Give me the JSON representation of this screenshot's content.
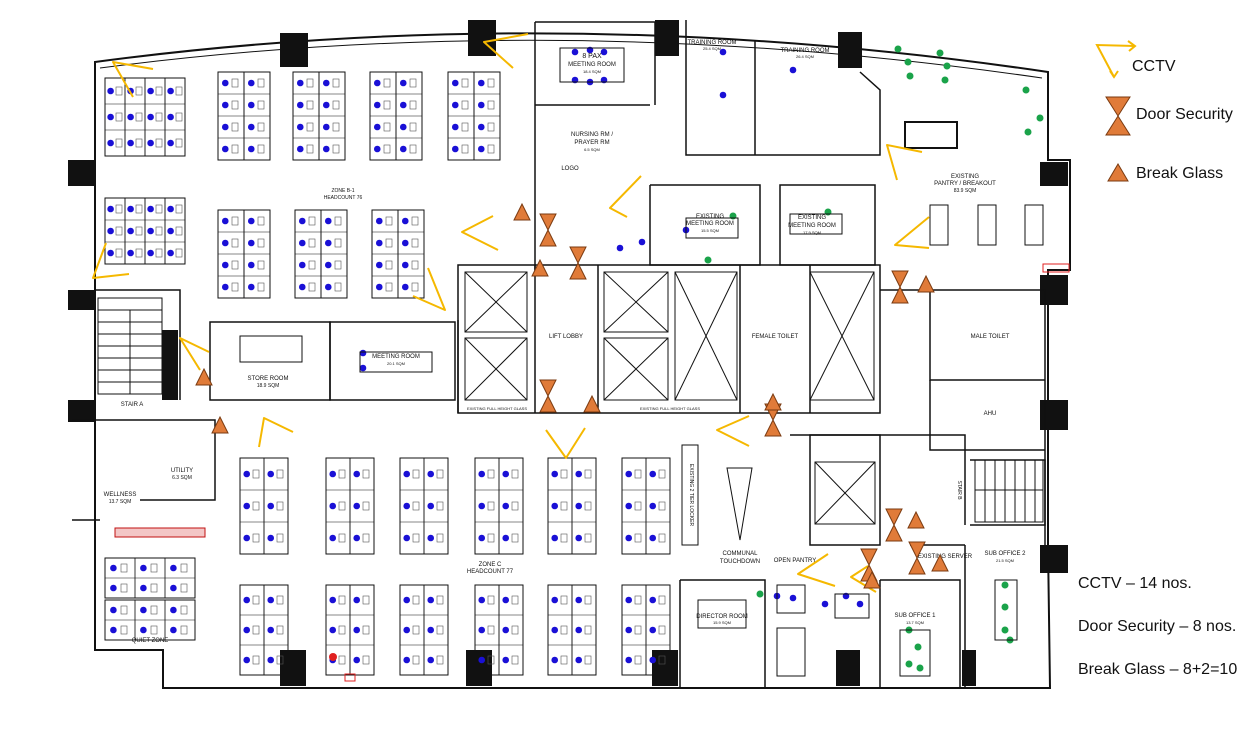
{
  "colors": {
    "cctv": "#f5b800",
    "security": "#e07b39",
    "security_stroke": "#7a3a10",
    "occupied": "#1a10d6",
    "green": "#1aa34a",
    "red": "#e02020"
  },
  "legend": {
    "cctv": "CCTV",
    "door_security": "Door Security",
    "break_glass": "Break Glass"
  },
  "counts": {
    "cctv": "CCTV – 14 nos.",
    "door_security": "Door Security – 8 nos.",
    "break_glass": "Break Glass – 8+2=10"
  },
  "rooms": {
    "meeting_8pax": "8 PAX",
    "meeting_8pax_2": "MEETING ROOM",
    "meeting_8pax_area": "18.4 SQM",
    "training_room_1": "TRAINING ROOM",
    "training_room_1_area": "25.4 SQM",
    "training_room_2": "TRAINING ROOM",
    "training_room_2_area": "26.4 SQM",
    "nursing": "NURSING RM /",
    "nursing_2": "PRAYER RM",
    "nursing_area": "6.5 SQM",
    "logo": "LOGO",
    "pantry": "EXISTING",
    "pantry_2": "PANTRY / BREAKOUT",
    "pantry_area": "83.9 SQM",
    "zone_b1": "ZONE B-1",
    "zone_b1_hc": "HEADCOUNT 76",
    "existing_meeting_1": "EXISTING",
    "existing_meeting_1b": "MEETING ROOM",
    "existing_meeting_1_area": "15.5 SQM",
    "existing_meeting_2": "EXISTING",
    "existing_meeting_2b": "MEETING ROOM",
    "existing_meeting_2_area": "17.9 SQM",
    "lift_lobby": "LIFT LOBBY",
    "female_toilet": "FEMALE TOILET",
    "male_toilet": "MALE TOILET",
    "ahu": "AHU",
    "store_room": "STORE ROOM",
    "store_room_area": "18.9 SQM",
    "meeting_room": "MEETING ROOM",
    "meeting_room_area": "20.1 SQM",
    "stair_a": "STAIR A",
    "stair_b": "STAIR B",
    "utility": "UTILITY",
    "utility_area": "6.3 SQM",
    "wellness": "WELLNESS",
    "wellness_area": "13.7 SQM",
    "zone_c": "ZONE C",
    "zone_c_hc": "HEADCOUNT 77",
    "locker": "EXISTING 2 TIER LOCKER",
    "communal": "COMMUNAL",
    "communal_2": "TOUCHDOWN",
    "open_pantry": "OPEN PANTRY",
    "director_room": "DIRECTOR ROOM",
    "director_room_area": "15.9 SQM",
    "sub_office_1": "SUB OFFICE 1",
    "sub_office_1_area": "13.7 SQM",
    "sub_office_2": "SUB OFFICE 2",
    "sub_office_2_area": "21.5 SQM",
    "server": "EXISTING SERVER",
    "quiet_zone": "QUIET ZONE",
    "existing_full_height_1": "EXISTING FULL HEIGHT GLASS",
    "existing_full_height_2": "EXISTING FULL HEIGHT GLASS"
  }
}
